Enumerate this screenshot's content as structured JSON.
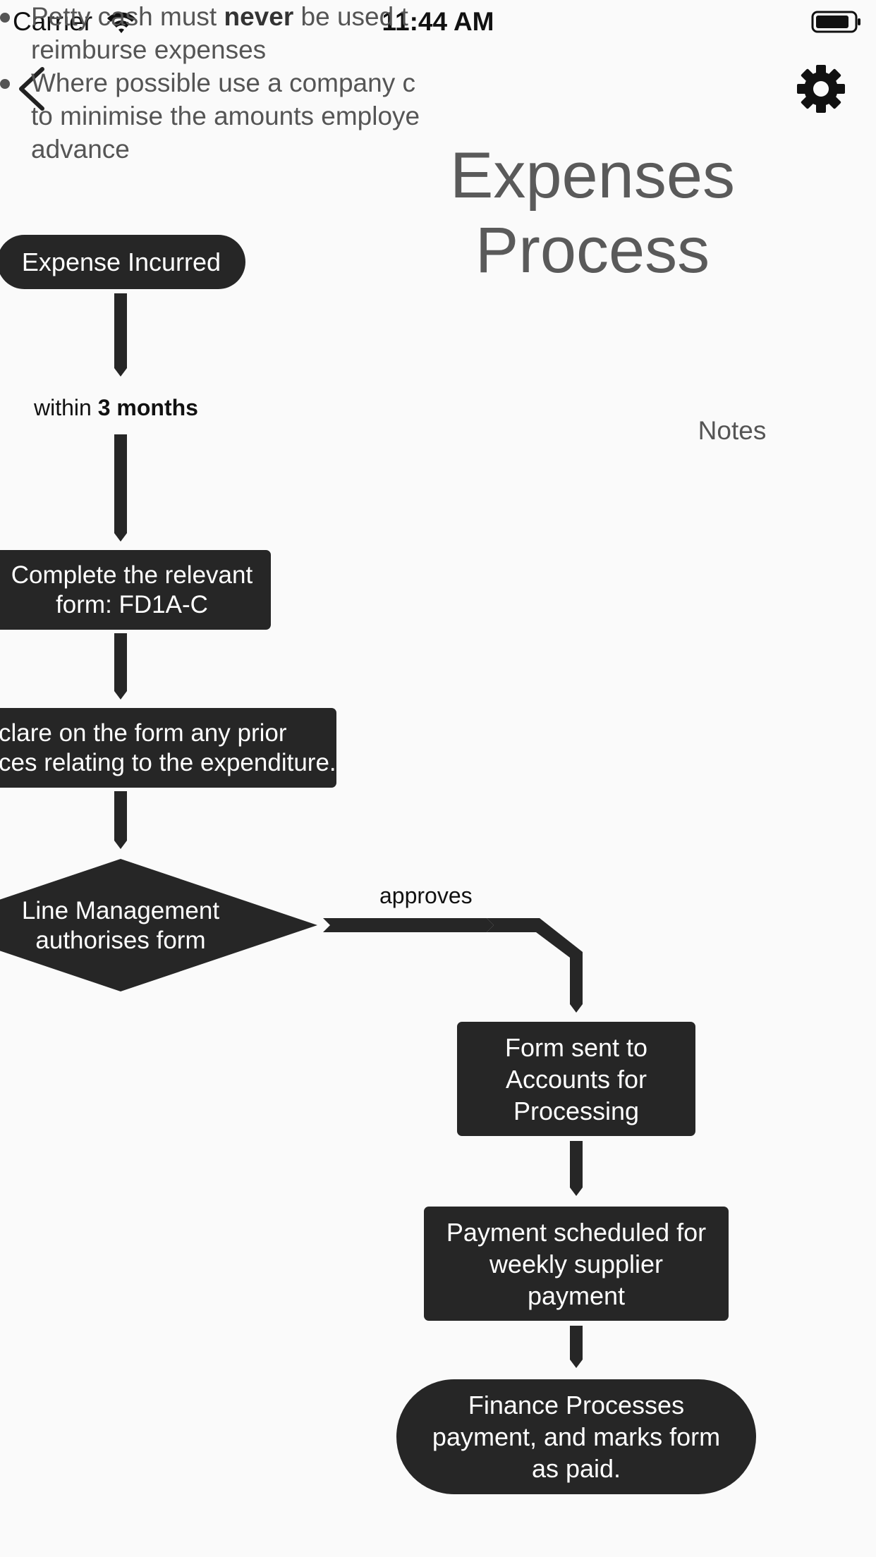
{
  "status_bar": {
    "carrier": "Carrier",
    "time": "11:44 AM"
  },
  "nav": {
    "back_icon": "chevron-left-icon",
    "settings_icon": "gear-icon"
  },
  "page": {
    "title_line1": "Expenses",
    "title_line2": "Process"
  },
  "notes": {
    "heading": "Notes",
    "items": [
      {
        "pre": "Petty cash must ",
        "bold": "never",
        "post": " be used t\nreimburse expenses"
      },
      {
        "pre": "Where possible use a company c\nto minimise the amounts employe\nadvance",
        "bold": "",
        "post": ""
      }
    ]
  },
  "flowchart": {
    "start": "Expense Incurred",
    "time_label_pre": "within ",
    "time_label_bold": "3 months",
    "step1": "Complete the relevant form: FD1A-C",
    "step2": "clare on the form any prior\nces relating to the expenditure.",
    "decision": "Line Management authorises form",
    "approves_label": "approves",
    "step3": "Form sent to Accounts for Processing",
    "step4": "Payment scheduled for weekly supplier payment",
    "end": "Finance Processes payment, and marks form as paid."
  },
  "colors": {
    "node_fill": "#262626",
    "node_text": "#ffffff",
    "background": "#fafafa",
    "title_text": "#5a5a5a"
  }
}
